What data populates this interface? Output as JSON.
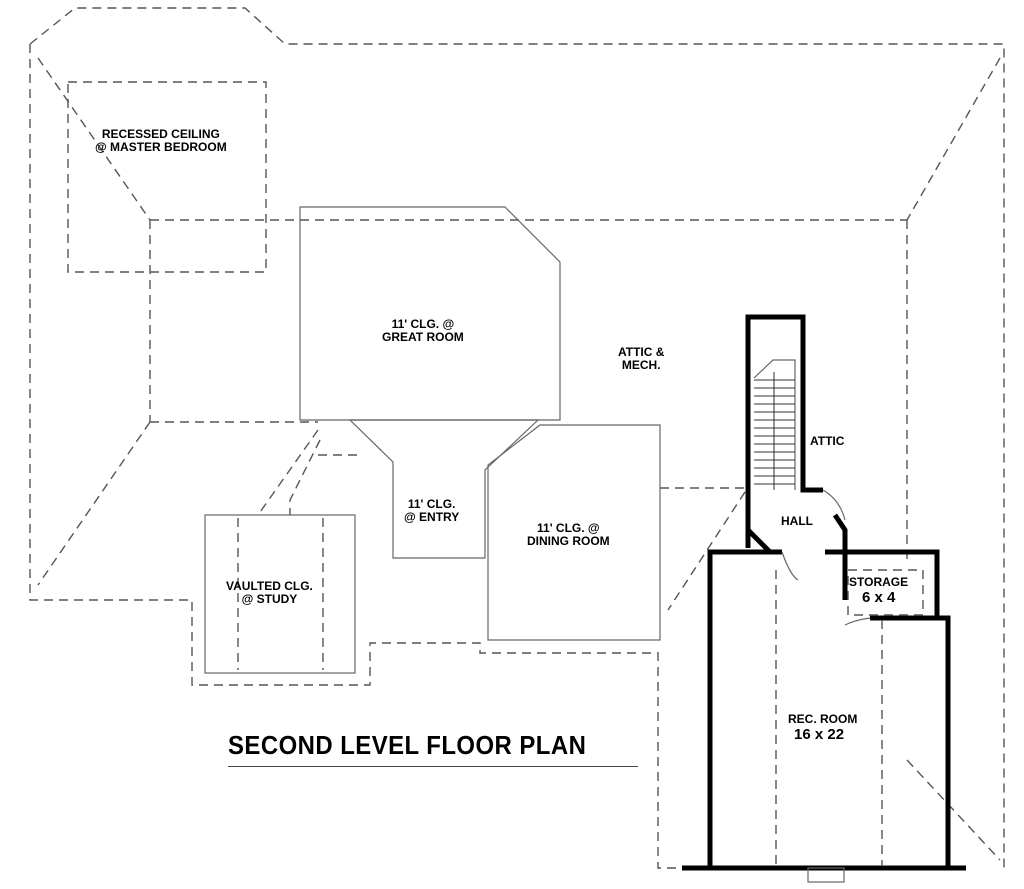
{
  "labels": {
    "recessed_ceiling": "RECESSED CEILING\n@ MASTER BEDROOM",
    "great_room": "11' CLG. @\nGREAT ROOM",
    "attic_mech": "ATTIC &\nMECH.",
    "attic": "ATTIC",
    "hall": "HALL",
    "entry": "11' CLG.\n@ ENTRY",
    "dining_room": "11' CLG. @\nDINING ROOM",
    "study": "VAULTED CLG.\n@ STUDY",
    "storage_name": "STORAGE",
    "storage_size": "6 x 4",
    "rec_room_name": "REC. ROOM",
    "rec_room_size": "16 x 22"
  },
  "title": "SECOND LEVEL FLOOR PLAN"
}
